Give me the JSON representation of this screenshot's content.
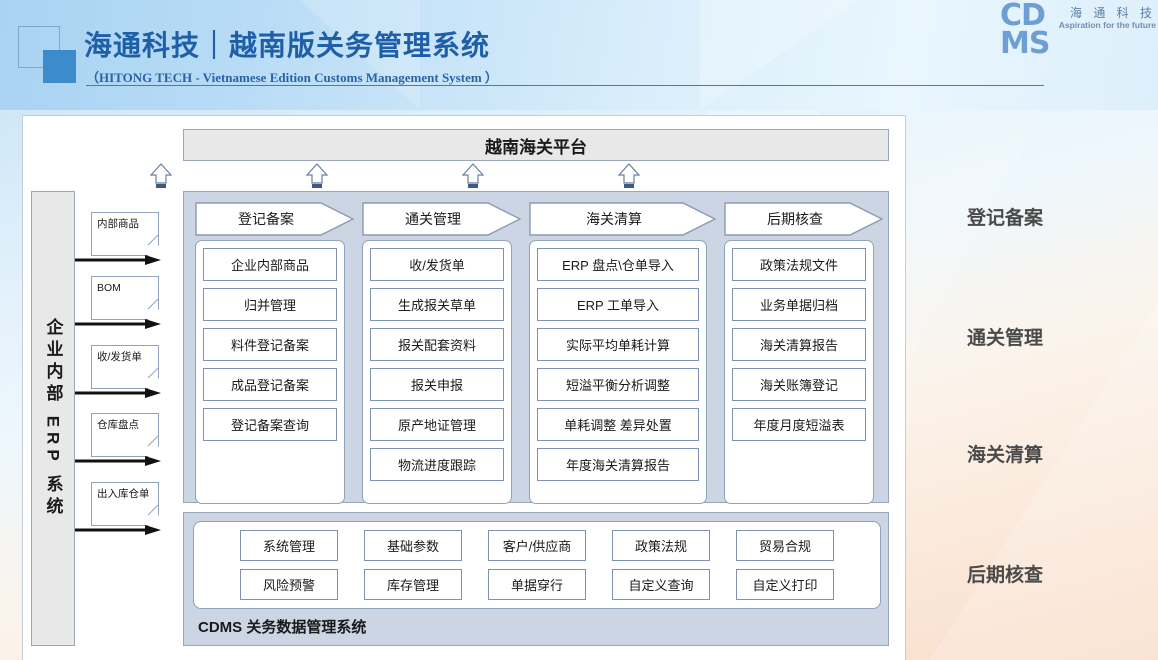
{
  "header": {
    "title": "海通科技｜越南版关务管理系统",
    "subtitle": "（HITONG TECH - Vietnamese Edition Customs Management System ）",
    "brand_acronym": "CDMS",
    "brand_cn": "海 通 科 技",
    "brand_tagline": "Aspiration for the future",
    "accent_color": "#1f5fa8",
    "logo_fill_color": "#3c8ccc"
  },
  "diagram": {
    "platform_bar": "越南海关平台",
    "erp_bar": "企业内部 ERP 系统",
    "erp_documents": [
      "内部商品",
      "BOM",
      "收/发货单",
      "仓库盘点",
      "出入库仓单"
    ],
    "phases": [
      {
        "title": "登记备案",
        "items": [
          "企业内部商品",
          "归并管理",
          "料件登记备案",
          "成品登记备案",
          "登记备案查询"
        ]
      },
      {
        "title": "通关管理",
        "items": [
          "收/发货单",
          "生成报关草单",
          "报关配套资料",
          "报关申报",
          "原产地证管理",
          "物流进度跟踪"
        ]
      },
      {
        "title": "海关清算",
        "items": [
          "ERP 盘点\\仓单导入",
          "ERP 工单导入",
          "实际平均单耗计算",
          "短溢平衡分析调整",
          "单耗调整  差异处置",
          "年度海关清算报告"
        ]
      },
      {
        "title": "后期核查",
        "items": [
          "政策法规文件",
          "业务单据归档",
          "海关清算报告",
          "海关账簿登记",
          "年度月度短溢表"
        ]
      }
    ],
    "support_rows": [
      [
        "系统管理",
        "基础参数",
        "客户/供应商",
        "政策法规",
        "贸易合规"
      ],
      [
        "风险预警",
        "库存管理",
        "单据穿行",
        "自定义查询",
        "自定义打印"
      ]
    ],
    "support_label": "CDMS 关务数据管理系统"
  },
  "side_labels": [
    "登记备案",
    "通关管理",
    "海关清算",
    "后期核查"
  ]
}
